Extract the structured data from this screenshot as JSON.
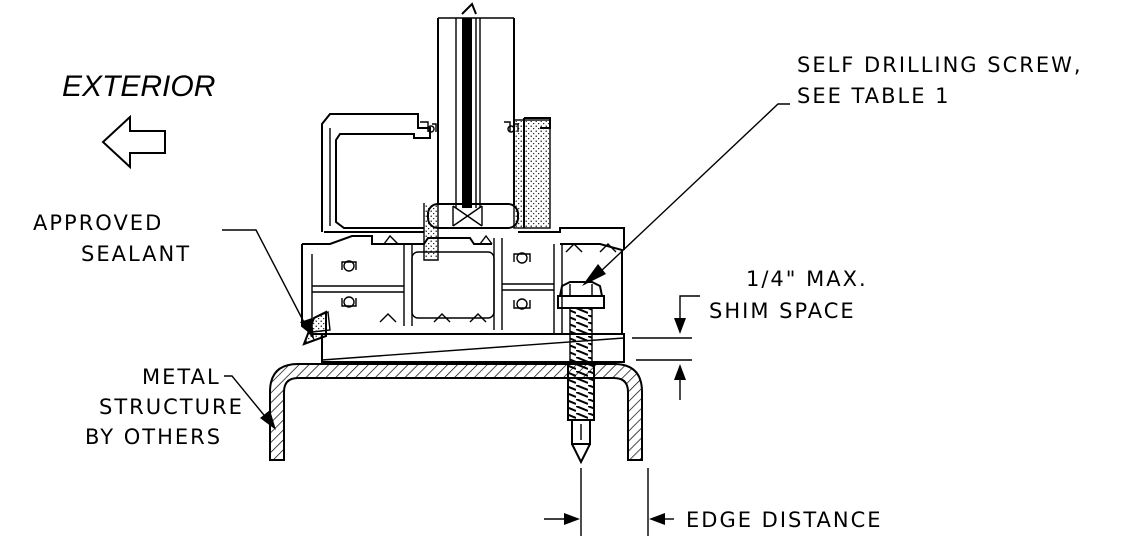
{
  "labels": {
    "exterior": "EXTERIOR",
    "screw_line1": "SELF DRILLING SCREW,",
    "screw_line2": "SEE TABLE 1",
    "sealant_line1": "APPROVED",
    "sealant_line2": "SEALANT",
    "shim_line1": "1/4\" MAX.",
    "shim_line2": "SHIM SPACE",
    "metal_line1": "METAL",
    "metal_line2": "STRUCTURE",
    "metal_line3": "BY OTHERS",
    "edge_distance": "EDGE DISTANCE"
  },
  "colors": {
    "ink": "#000000",
    "background": "#ffffff"
  },
  "icons": {
    "exterior_direction": "arrow-left-icon"
  }
}
